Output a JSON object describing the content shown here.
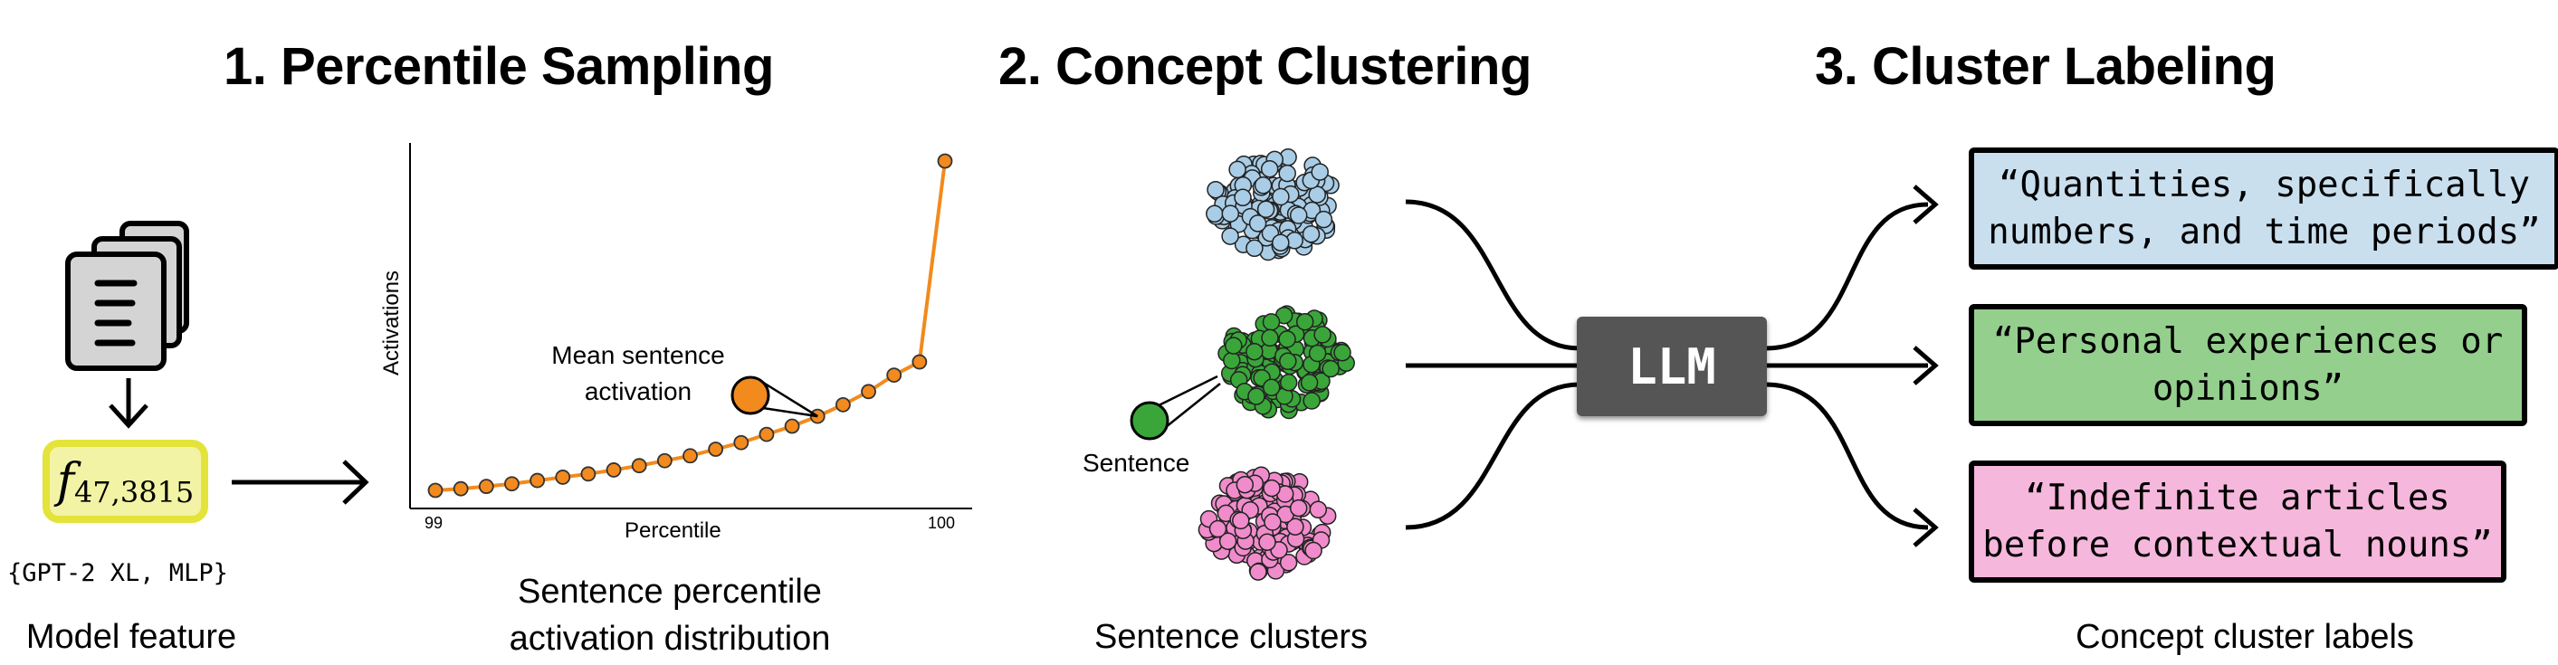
{
  "titles": {
    "step1": "1. Percentile Sampling",
    "step2": "2. Concept Clustering",
    "step3": "3. Cluster Labeling"
  },
  "feature": {
    "symbol": "f",
    "subscript": "47,3815",
    "spec": "{GPT-2 XL, MLP}",
    "caption": "Model feature",
    "box_fill": "#f3f3a6",
    "box_border": "#e3e33a"
  },
  "chart_caption_lines": [
    "Sentence percentile",
    "activation distribution"
  ],
  "chart_data": {
    "type": "line",
    "xlabel": "Percentile",
    "ylabel": "Activations",
    "x_ticks": [
      "99",
      "100"
    ],
    "xlim": [
      99,
      100
    ],
    "ylim": [
      0,
      1
    ],
    "annotation": [
      "Mean sentence",
      "activation"
    ],
    "series": [
      {
        "color": "#f28a1e",
        "x": [
          99.0,
          99.05,
          99.1,
          99.15,
          99.2,
          99.25,
          99.3,
          99.35,
          99.4,
          99.45,
          99.5,
          99.55,
          99.6,
          99.65,
          99.7,
          99.75,
          99.8,
          99.85,
          99.9,
          99.95,
          100.0
        ],
        "y": [
          0.0,
          0.005,
          0.012,
          0.02,
          0.03,
          0.04,
          0.05,
          0.062,
          0.075,
          0.09,
          0.105,
          0.125,
          0.145,
          0.17,
          0.195,
          0.225,
          0.26,
          0.3,
          0.35,
          0.39,
          1.0
        ]
      }
    ]
  },
  "sentence_label": "Sentence",
  "clusters_caption": "Sentence clusters",
  "clusters": [
    {
      "color": "#a9cde6"
    },
    {
      "color": "#3aa63a"
    },
    {
      "color": "#f08ccb"
    }
  ],
  "llm_label": "LLM",
  "cluster_labels": [
    {
      "lines": [
        "“Quantities, specifically",
        "numbers, and time periods”"
      ],
      "fill": "#c9dfee"
    },
    {
      "lines": [
        "“Personal experiences or",
        "opinions”"
      ],
      "fill": "#94cf8e"
    },
    {
      "lines": [
        "“Indefinite articles",
        "before contextual nouns”"
      ],
      "fill": "#f6b7dc"
    }
  ],
  "labels_caption": "Concept cluster labels"
}
